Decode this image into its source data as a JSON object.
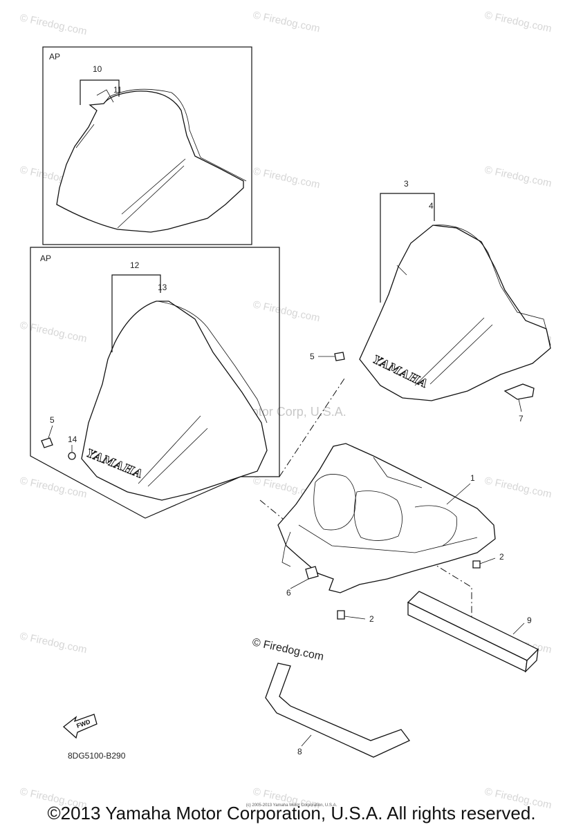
{
  "watermark": {
    "short": "© Firedog.com",
    "center": "Yamaha Motor Corp, U.S.A.",
    "mid": "© Firedog.com"
  },
  "boxes": {
    "box1_label": "AP",
    "box2_label": "AP"
  },
  "callouts": {
    "c1": "1",
    "c2a": "2",
    "c2b": "2",
    "c3": "3",
    "c4": "4",
    "c5a": "5",
    "c5b": "5",
    "c6": "6",
    "c7": "7",
    "c8": "8",
    "c9": "9",
    "c10": "10",
    "c11": "11",
    "c12": "12",
    "c13": "13",
    "c14": "14"
  },
  "windshield_brand": "YAMAHA",
  "fwd_label": "FWD",
  "diagram_code": "8DG5100-B290",
  "footer": {
    "copyright": "©2013 Yamaha Motor Corporation, U.S.A. All rights reserved.",
    "fine_print": "(c) 2005-2013 Yamaha Motor Corporation, U.S.A."
  }
}
